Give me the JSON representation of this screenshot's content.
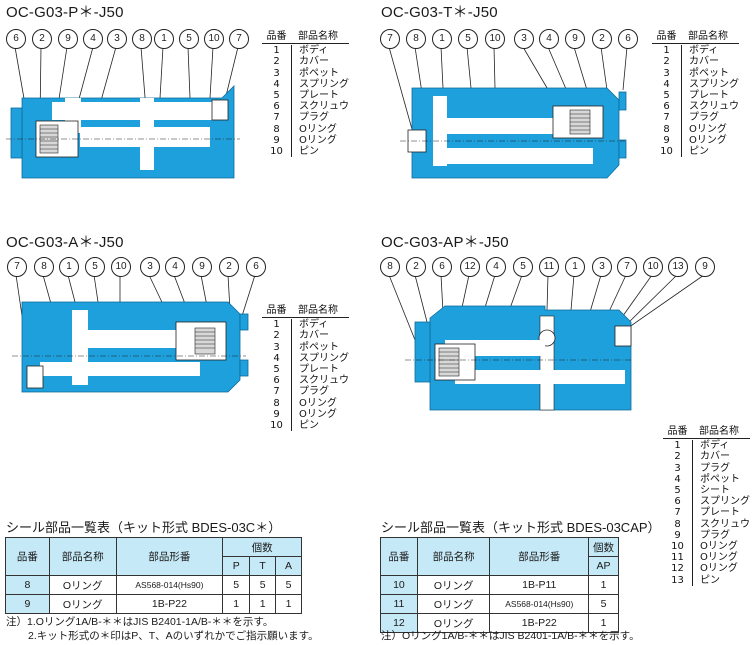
{
  "colors": {
    "body_fill": "#1ea0dc",
    "table_header": "#c6e9f7",
    "line": "#222222"
  },
  "parts_header": {
    "no": "品番",
    "name": "部品名称"
  },
  "sections": [
    {
      "title": "OC-G03-P＊-J50",
      "callouts": [
        "6",
        "2",
        "9",
        "4",
        "3",
        "8",
        "1",
        "5",
        "10",
        "7"
      ],
      "parts": [
        {
          "no": "1",
          "name": "ボディ"
        },
        {
          "no": "2",
          "name": "カバー"
        },
        {
          "no": "3",
          "name": "ポペット"
        },
        {
          "no": "4",
          "name": "スプリング"
        },
        {
          "no": "5",
          "name": "プレート"
        },
        {
          "no": "6",
          "name": "スクリュウ"
        },
        {
          "no": "7",
          "name": "プラグ"
        },
        {
          "no": "8",
          "name": "Oリング"
        },
        {
          "no": "9",
          "name": "Oリング"
        },
        {
          "no": "10",
          "name": "ピン"
        }
      ]
    },
    {
      "title": "OC-G03-T＊-J50",
      "callouts": [
        "7",
        "8",
        "1",
        "5",
        "10",
        "3",
        "4",
        "9",
        "2",
        "6"
      ],
      "parts": [
        {
          "no": "1",
          "name": "ボディ"
        },
        {
          "no": "2",
          "name": "カバー"
        },
        {
          "no": "3",
          "name": "ポペット"
        },
        {
          "no": "4",
          "name": "スプリング"
        },
        {
          "no": "5",
          "name": "プレート"
        },
        {
          "no": "6",
          "name": "スクリュウ"
        },
        {
          "no": "7",
          "name": "プラグ"
        },
        {
          "no": "8",
          "name": "Oリング"
        },
        {
          "no": "9",
          "name": "Oリング"
        },
        {
          "no": "10",
          "name": "ピン"
        }
      ]
    },
    {
      "title": "OC-G03-A＊-J50",
      "callouts": [
        "7",
        "8",
        "1",
        "5",
        "10",
        "3",
        "4",
        "9",
        "2",
        "6"
      ],
      "parts": [
        {
          "no": "1",
          "name": "ボディ"
        },
        {
          "no": "2",
          "name": "カバー"
        },
        {
          "no": "3",
          "name": "ポペット"
        },
        {
          "no": "4",
          "name": "スプリング"
        },
        {
          "no": "5",
          "name": "プレート"
        },
        {
          "no": "6",
          "name": "スクリュウ"
        },
        {
          "no": "7",
          "name": "プラグ"
        },
        {
          "no": "8",
          "name": "Oリング"
        },
        {
          "no": "9",
          "name": "Oリング"
        },
        {
          "no": "10",
          "name": "ピン"
        }
      ]
    },
    {
      "title": "OC-G03-AP＊-J50",
      "callouts": [
        "8",
        "2",
        "6",
        "12",
        "4",
        "5",
        "11",
        "1",
        "3",
        "7",
        "10",
        "13",
        "9"
      ],
      "parts": [
        {
          "no": "1",
          "name": "ボディ"
        },
        {
          "no": "2",
          "name": "カバー"
        },
        {
          "no": "3",
          "name": "プラグ"
        },
        {
          "no": "4",
          "name": "ポペット"
        },
        {
          "no": "5",
          "name": "シート"
        },
        {
          "no": "6",
          "name": "スプリング"
        },
        {
          "no": "7",
          "name": "プレート"
        },
        {
          "no": "8",
          "name": "スクリュウ"
        },
        {
          "no": "9",
          "name": "プラグ"
        },
        {
          "no": "10",
          "name": "Oリング"
        },
        {
          "no": "11",
          "name": "Oリング"
        },
        {
          "no": "12",
          "name": "Oリング"
        },
        {
          "no": "13",
          "name": "ピン"
        }
      ]
    }
  ],
  "seal_table_1": {
    "title": "シール部品一覧表（キット形式 BDES-03C＊）",
    "headers": {
      "no": "品番",
      "name": "部品名称",
      "model": "部品形番",
      "qty": "個数",
      "p": "P",
      "t": "T",
      "a": "A"
    },
    "rows": [
      {
        "no": "8",
        "name": "Oリング",
        "model": "AS568-014(Hs90)",
        "p": "5",
        "t": "5",
        "a": "5"
      },
      {
        "no": "9",
        "name": "Oリング",
        "model": "1B-P22",
        "p": "1",
        "t": "1",
        "a": "1"
      }
    ],
    "notes": [
      "注）1.Oリング1A/B-＊＊はJIS B2401-1A/B-＊＊を示す。",
      "2.キット形式の＊印はP、T、Aのいずれかでご指示願います。"
    ]
  },
  "seal_table_2": {
    "title": "シール部品一覧表（キット形式 BDES-03CAP）",
    "headers": {
      "no": "品番",
      "name": "部品名称",
      "model": "部品形番",
      "qty": "個数",
      "ap": "AP"
    },
    "rows": [
      {
        "no": "10",
        "name": "Oリング",
        "model": "1B-P11",
        "ap": "1"
      },
      {
        "no": "11",
        "name": "Oリング",
        "model": "AS568-014(Hs90)",
        "ap": "5"
      },
      {
        "no": "12",
        "name": "Oリング",
        "model": "1B-P22",
        "ap": "1"
      }
    ],
    "note": "注）Oリング1A/B-＊＊はJIS B2401-1A/B-＊＊を示す。"
  }
}
